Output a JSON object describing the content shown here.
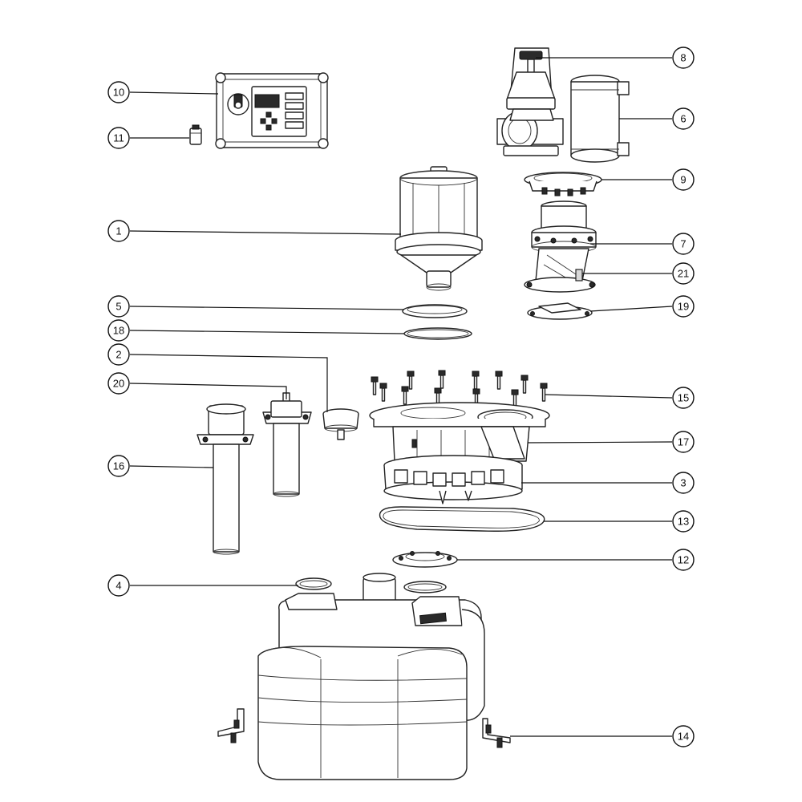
{
  "callouts": [
    {
      "id": "c10",
      "label": "10"
    },
    {
      "id": "c11",
      "label": "11"
    },
    {
      "id": "c1",
      "label": "1"
    },
    {
      "id": "c5",
      "label": "5"
    },
    {
      "id": "c18",
      "label": "18"
    },
    {
      "id": "c2",
      "label": "2"
    },
    {
      "id": "c20",
      "label": "20"
    },
    {
      "id": "c16",
      "label": "16"
    },
    {
      "id": "c4",
      "label": "4"
    },
    {
      "id": "c8",
      "label": "8"
    },
    {
      "id": "c6",
      "label": "6"
    },
    {
      "id": "c9",
      "label": "9"
    },
    {
      "id": "c7",
      "label": "7"
    },
    {
      "id": "c21",
      "label": "21"
    },
    {
      "id": "c19",
      "label": "19"
    },
    {
      "id": "c15",
      "label": "15"
    },
    {
      "id": "c17",
      "label": "17"
    },
    {
      "id": "c3",
      "label": "3"
    },
    {
      "id": "c13",
      "label": "13"
    },
    {
      "id": "c12",
      "label": "12"
    },
    {
      "id": "c14",
      "label": "14"
    }
  ]
}
